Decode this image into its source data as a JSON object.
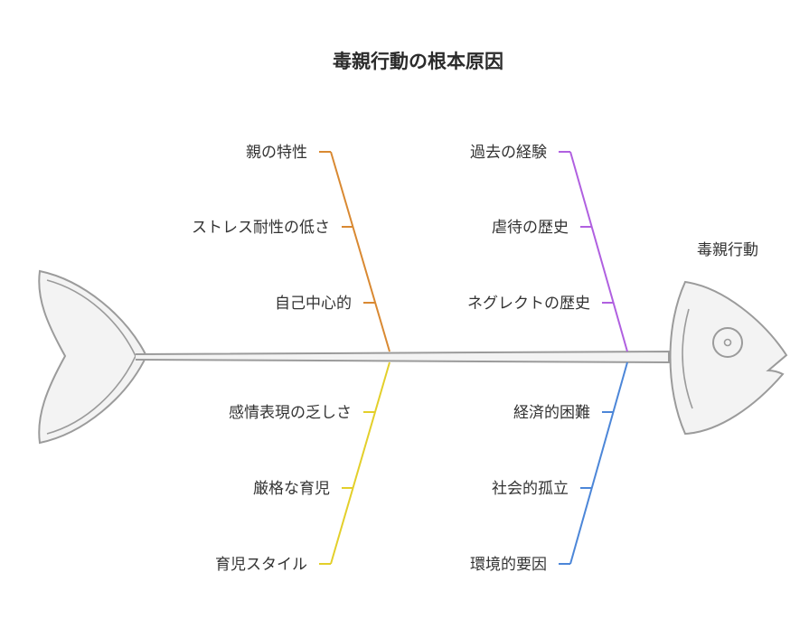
{
  "title": "毒親行動の根本原因",
  "effect": "毒親行動",
  "colors": {
    "top_left": "#d98932",
    "top_right": "#b060e0",
    "bottom_left": "#e3cf2a",
    "bottom_right": "#4c86d8",
    "outline": "#9b9b9b",
    "fill": "#f3f3f3"
  },
  "categories": {
    "top_left": {
      "label": "親の特性",
      "causes": [
        "ストレス耐性の低さ",
        "自己中心的"
      ]
    },
    "top_right": {
      "label": "過去の経験",
      "causes": [
        "虐待の歴史",
        "ネグレクトの歴史"
      ]
    },
    "bottom_left": {
      "label": "育児スタイル",
      "causes": [
        "感情表現の乏しさ",
        "厳格な育児"
      ]
    },
    "bottom_right": {
      "label": "環境的要因",
      "causes": [
        "経済的困難",
        "社会的孤立"
      ]
    }
  }
}
